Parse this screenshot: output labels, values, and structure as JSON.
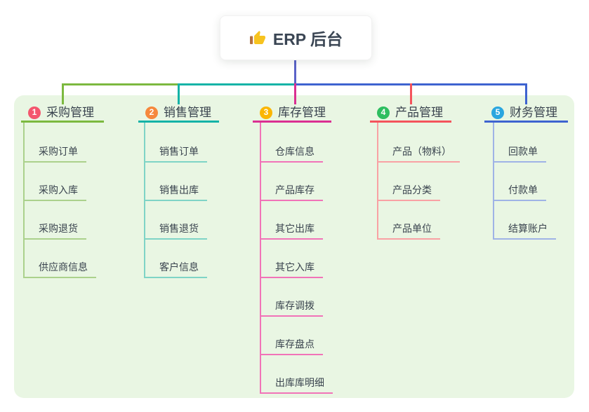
{
  "root": {
    "title": "ERP 后台",
    "icon": "thumbs-up-icon",
    "icon_colors": {
      "hand": "#f7c31f",
      "cuff": "#b5713f"
    }
  },
  "panel": {
    "background": "#e9f6e3"
  },
  "connectors": {
    "root_stem_color": "#5a63c8"
  },
  "branches": [
    {
      "num": "1",
      "label": "采购管理",
      "badge_color": "#f4566e",
      "line_color": "#7cb93f",
      "sub_line_color": "#abd18c",
      "items": [
        "采购订单",
        "采购入库",
        "采购退货",
        "供应商信息"
      ]
    },
    {
      "num": "2",
      "label": "销售管理",
      "badge_color": "#f6883c",
      "line_color": "#14b3a7",
      "sub_line_color": "#7fd4c6",
      "items": [
        "销售订单",
        "销售出库",
        "销售退货",
        "客户信息"
      ]
    },
    {
      "num": "3",
      "label": "库存管理",
      "badge_color": "#fbb604",
      "line_color": "#da2f92",
      "sub_line_color": "#f173b8",
      "items": [
        "仓库信息",
        "产品库存",
        "其它出库",
        "其它入库",
        "库存调拨",
        "库存盘点",
        "出库库明细"
      ]
    },
    {
      "num": "4",
      "label": "产品管理",
      "badge_color": "#2dbe60",
      "line_color": "#f4545c",
      "sub_line_color": "#f9a1a4",
      "items": [
        "产品（物料）",
        "产品分类",
        "产品单位"
      ]
    },
    {
      "num": "5",
      "label": "财务管理",
      "badge_color": "#2aa6df",
      "line_color": "#3e63d0",
      "sub_line_color": "#9fb3e6",
      "items": [
        "回款单",
        "付款单",
        "结算账户"
      ]
    }
  ]
}
